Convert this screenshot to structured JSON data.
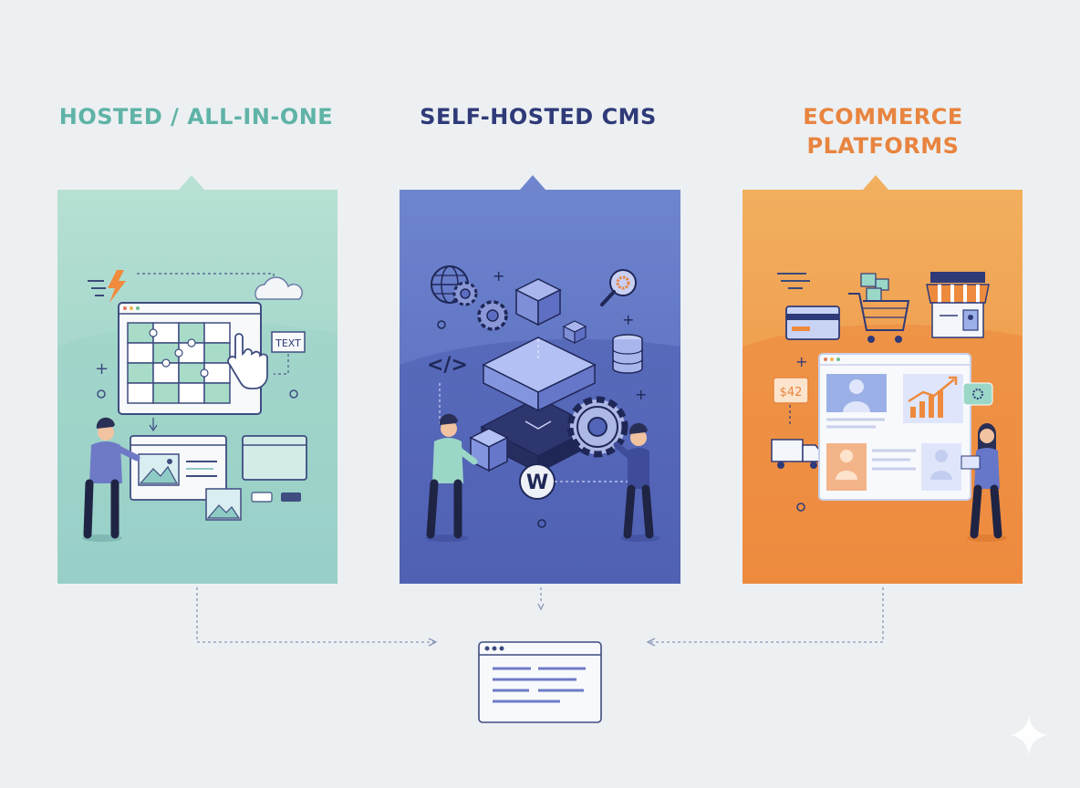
{
  "columns": [
    {
      "title": "HOSTED / ALL-IN-ONE",
      "color": "#5fb3a7",
      "lines": [
        "HOSTED / ALL-IN-ONE"
      ]
    },
    {
      "title": "SELF-HOSTED CMS",
      "color": "#2f3a78",
      "lines": [
        "SELF-HOSTED CMS"
      ]
    },
    {
      "title": "ECOMMERCE PLATFORMS",
      "color": "#e8843f",
      "lines": [
        "ECOMMERCE",
        "PLATFORMS"
      ]
    }
  ],
  "panel_labels": {
    "text_box": "TEXT",
    "price_tag": "$42",
    "wordpress_mark": "W"
  }
}
